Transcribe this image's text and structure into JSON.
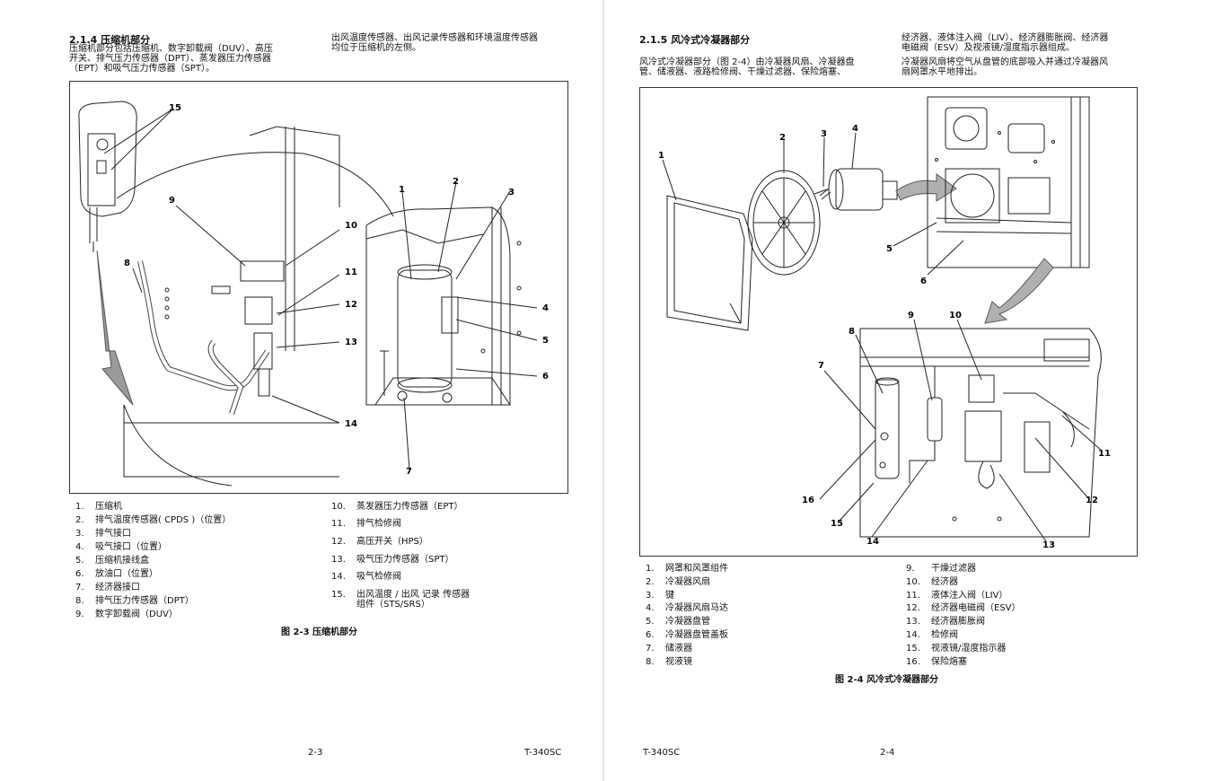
{
  "left_page": {
    "section_title": "2.1.4  压缩机部分",
    "intro_col1": [
      "压缩机部分包括压缩机、数字卸载阀（DUV）、高压",
      "开关、排气压力传感器（DPT）、蒸发器压力传感器",
      "（EPT）和吸气压力传感器（SPT）。"
    ],
    "intro_col2": [
      "出风温度传感器、出风记录传感器和环境温度传感器",
      "均位于压缩机的左侧。"
    ],
    "callouts": [
      "1",
      "2",
      "3",
      "4",
      "5",
      "6",
      "7",
      "8",
      "9",
      "10",
      "11",
      "12",
      "13",
      "14",
      "15"
    ],
    "legend_col1": [
      {
        "num": "1.",
        "label": "压缩机"
      },
      {
        "num": "2.",
        "label": "排气温度传感器( CPDS )（位置）"
      },
      {
        "num": "3.",
        "label": "排气接口"
      },
      {
        "num": "4.",
        "label": "吸气接口（位置）"
      },
      {
        "num": "5.",
        "label": "压缩机接线盒"
      },
      {
        "num": "6.",
        "label": "放油口（位置）"
      },
      {
        "num": "7.",
        "label": "经济器接口"
      },
      {
        "num": "8.",
        "label": "排气压力传感器（DPT）"
      },
      {
        "num": "9.",
        "label": "数字卸载阀（DUV）"
      }
    ],
    "legend_col2": [
      {
        "num": "10.",
        "label": "蒸发器压力传感器（EPT）"
      },
      {
        "num": "11.",
        "label": "排气检修阀"
      },
      {
        "num": "12.",
        "label": "高压开关（HPS）"
      },
      {
        "num": "13.",
        "label": "吸气压力传感器（SPT）"
      },
      {
        "num": "14.",
        "label": "吸气检修阀"
      },
      {
        "num": "15.",
        "label": "出风温度 / 出风 记录 传感器"
      },
      {
        "num": "",
        "label": "组件（STS/SRS）"
      }
    ],
    "caption": "图 2-3 压缩机部分",
    "page_number": "2-3",
    "doc_id": "T-340SC"
  },
  "right_page": {
    "section_title": "2.1.5  风冷式冷凝器部分",
    "intro_col1": [
      "风冷式冷凝器部分（图 2-4）由冷凝器风扇、冷凝器盘",
      "管、储液器、液路检修阀、干燥过滤器、保险熔塞、"
    ],
    "intro_col2": [
      "经济器、液体注入阀（LIV）、经济器膨胀阀、经济器",
      "电磁阀（ESV）及视液镜/湿度指示器组成。",
      "冷凝器风扇将空气从盘管的底部吸入并通过冷凝器风",
      "扇网罩水平地排出。"
    ],
    "callouts": [
      "1",
      "2",
      "3",
      "4",
      "5",
      "6",
      "7",
      "8",
      "9",
      "10",
      "11",
      "12",
      "13",
      "14",
      "15",
      "16"
    ],
    "legend_col1": [
      {
        "num": "1.",
        "label": "网罩和风罩组件"
      },
      {
        "num": "2.",
        "label": "冷凝器风扇"
      },
      {
        "num": "3.",
        "label": "键"
      },
      {
        "num": "4.",
        "label": "冷凝器风扇马达"
      },
      {
        "num": "5.",
        "label": "冷凝器盘管"
      },
      {
        "num": "6.",
        "label": "冷凝器盘管盖板"
      },
      {
        "num": "7.",
        "label": "储液器"
      },
      {
        "num": "8.",
        "label": "视液镜"
      }
    ],
    "legend_col2": [
      {
        "num": "9.",
        "label": "干燥过滤器"
      },
      {
        "num": "10.",
        "label": "经济器"
      },
      {
        "num": "11.",
        "label": "液体注入阀（LIV）"
      },
      {
        "num": "12.",
        "label": "经济器电磁阀（ESV）"
      },
      {
        "num": "13.",
        "label": "经济器膨胀阀"
      },
      {
        "num": "14.",
        "label": "检修阀"
      },
      {
        "num": "15.",
        "label": "视液镜/湿度指示器"
      },
      {
        "num": "16.",
        "label": "保险熔塞"
      }
    ],
    "caption": "图 2-4 风冷式冷凝器部分",
    "doc_id": "T-340SC",
    "page_number": "2-4"
  }
}
